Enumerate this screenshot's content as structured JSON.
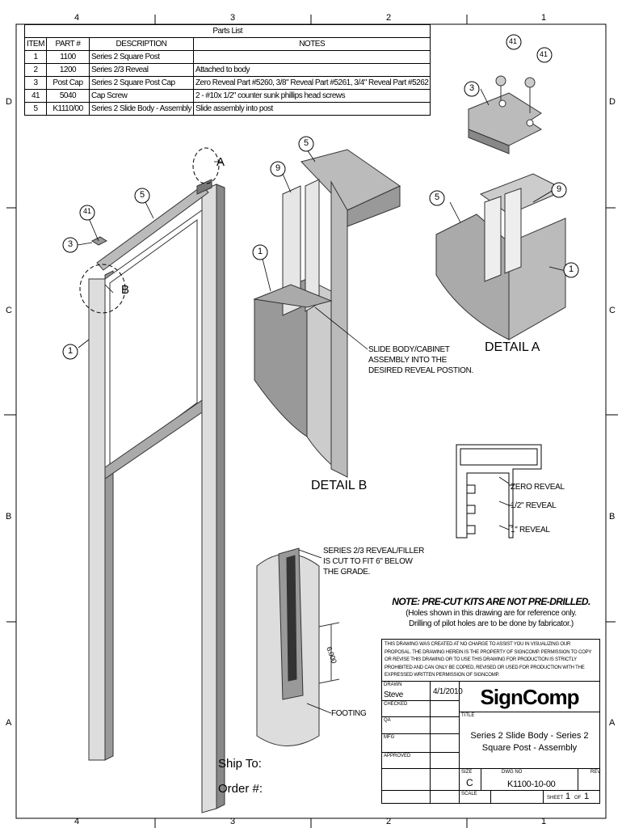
{
  "zones": {
    "top": [
      "4",
      "3",
      "2",
      "1"
    ],
    "bottom": [
      "4",
      "3",
      "2",
      "1"
    ],
    "left": [
      "D",
      "C",
      "B",
      "A"
    ],
    "right": [
      "D",
      "C",
      "B",
      "A"
    ]
  },
  "parts_list": {
    "title": "Parts List",
    "headers": [
      "ITEM",
      "PART #",
      "DESCRIPTION",
      "NOTES"
    ],
    "rows": [
      [
        "1",
        "1100",
        "Series 2 Square Post",
        ""
      ],
      [
        "2",
        "1200",
        "Series 2/3 Reveal",
        "Attached to body"
      ],
      [
        "3",
        "Post Cap",
        "Series 2 Square Post Cap",
        "Zero Reveal Part #5260, 3/8\" Reveal Part #5261, 3/4\" Reveal Part #5262"
      ],
      [
        "41",
        "5040",
        "Cap Screw",
        "2 - #10x 1/2\" counter sunk phillips head screws"
      ],
      [
        "5",
        "K1110/00",
        "Series 2 Slide Body - Assembly",
        "Slide assembly into post"
      ]
    ]
  },
  "callouts": {
    "main": [
      "41",
      "3",
      "5",
      "1",
      "A",
      "B"
    ],
    "detail_b": [
      "5",
      "9",
      "1"
    ],
    "detail_a": [
      "41",
      "41",
      "3",
      "5",
      "9",
      "1"
    ],
    "footing_dim": "6.000"
  },
  "labels": {
    "slide_body_note": [
      "SLIDE BODY/CABINET",
      "ASSEMBLY INTO THE",
      "DESIRED REVEAL POSTION."
    ],
    "detail_a": "DETAIL  A",
    "detail_b": "DETAIL  B",
    "zero_reveal": "ZERO REVEAL",
    "half_reveal": "1/2\" REVEAL",
    "one_reveal": "1\" REVEAL",
    "filler_note": [
      "SERIES 2/3 REVEAL/FILLER",
      "IS CUT TO FIT 6\" BELOW",
      "THE GRADE."
    ],
    "footing": "FOOTING",
    "ship_to": "Ship To:",
    "order": "Order #:"
  },
  "note": {
    "heading": "NOTE: PRE-CUT KITS ARE NOT PRE-DRILLED.",
    "line1": "(Holes shown in this drawing are for reference only.",
    "line2": "Drilling of pilot holes are to be done by fabricator.)"
  },
  "title_block": {
    "disclaimer": "THIS DRAWING WAS CREATED AT NO CHARGE TO ASSIST YOU IN VISUALIZING OUR PROPOSAL.  THE DRAWING HEREIN IS THE PROPERTY OF SIGNCOMP.  PERMISSION TO COPY OR REVISE THIS DRAWING OR TO USE THIS DRAWING FOR PRODUCTION IS STRICTLY PROHIBITED AND CAN ONLY BE COPIED, REVISED OR USED FOR PRODUCTION WITH THE EXPRESSED WRITTEN PERMISSION OF SIGNCOMP.",
    "drawn_label": "DRAWN",
    "drawn_by": "Steve",
    "drawn_date": "4/1/2010",
    "checked_label": "CHECKED",
    "qa_label": "QA",
    "mfg_label": "MFG",
    "approved_label": "APPROVED",
    "company": "SignComp",
    "title_label": "TITLE",
    "title": "Series 2 Slide Body - Series 2 Square Post - Assembly",
    "size_label": "SIZE",
    "size": "C",
    "dwg_label": "DWG NO",
    "dwg_no": "K1100-10-00",
    "rev_label": "REV",
    "scale_label": "SCALE",
    "sheet_label": "SHEET",
    "sheet": "1",
    "of_label": "OF",
    "sheet_total": "1"
  }
}
